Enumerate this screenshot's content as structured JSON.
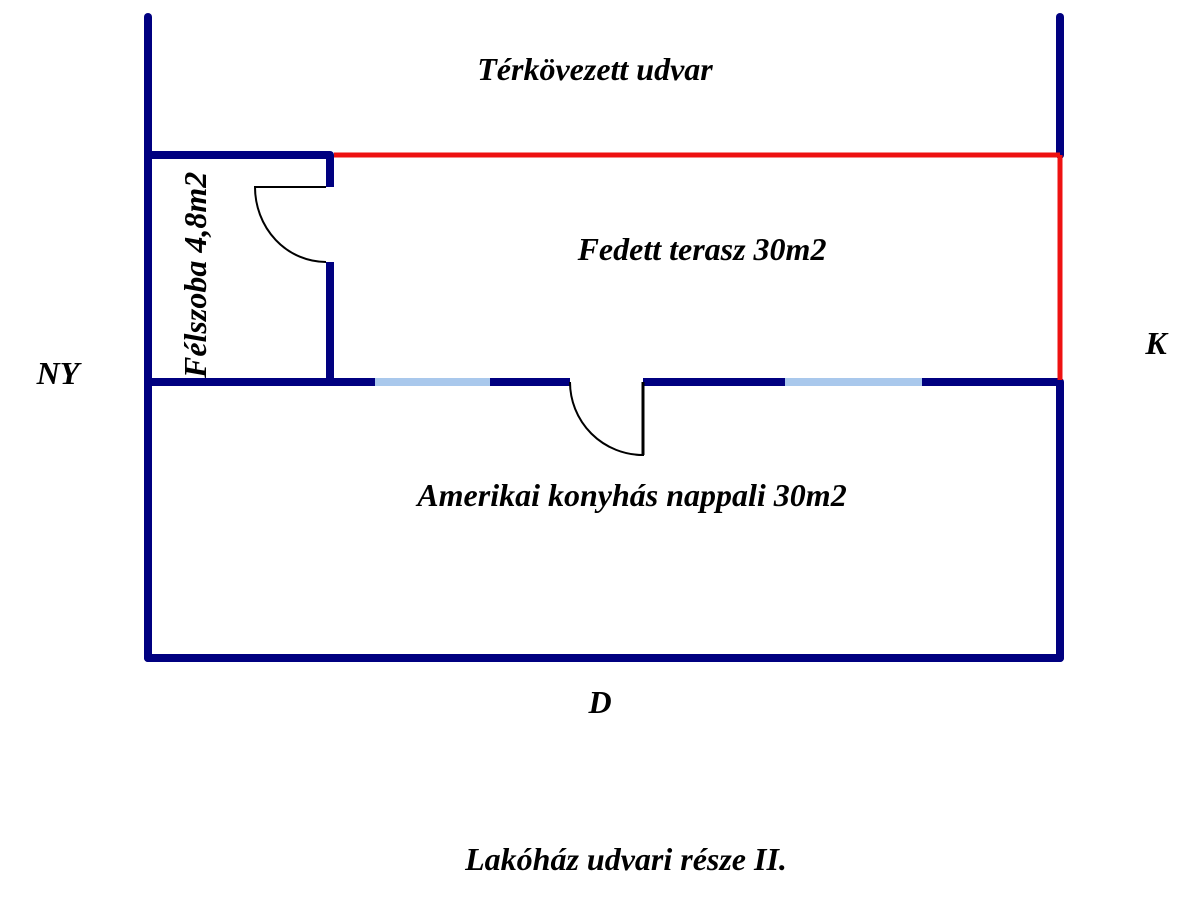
{
  "labels": {
    "yard": "Térkövezett udvar",
    "terrace": "Fedett terasz 30m2",
    "small_room": "Félszoba 4,8m2",
    "living": "Amerikai konyhás nappali 30m2",
    "west": "NY",
    "east": "K",
    "south": "D",
    "caption": "Lakóház udvari része II."
  },
  "colors": {
    "wall": "#000080",
    "open_edge": "#ee1111",
    "window": "#a9c8ec",
    "door": "#000000"
  }
}
